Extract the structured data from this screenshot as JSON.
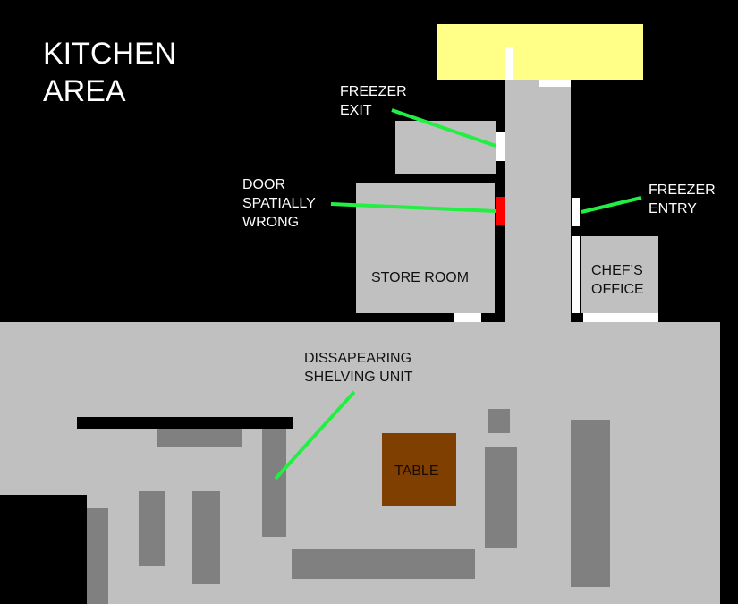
{
  "title": {
    "line1": "KITCHEN",
    "line2": "AREA"
  },
  "labels": {
    "freezer_exit": {
      "line1": "FREEZER",
      "line2": "EXIT"
    },
    "door_wrong": {
      "line1": "DOOR",
      "line2": "SPATIALLY",
      "line3": "WRONG"
    },
    "freezer_entry": {
      "line1": "FREEZER",
      "line2": "ENTRY"
    },
    "store_room": "STORE ROOM",
    "chefs_office": {
      "line1": "CHEF’S",
      "line2": "OFFICE"
    },
    "shelving": {
      "line1": "DISSAPEARING",
      "line2": "SHELVING UNIT"
    },
    "table": "TABLE"
  },
  "colors": {
    "freezer": "#ffff88",
    "floor": "#c0c0c0",
    "shelf": "#808080",
    "table": "#7f3f00",
    "wrong_door": "#ff0000",
    "pointer": "#22ee44"
  }
}
